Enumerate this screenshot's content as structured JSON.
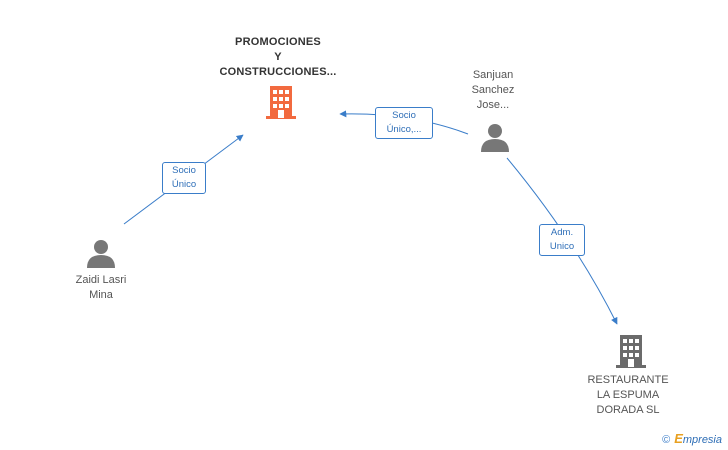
{
  "nodes": {
    "promociones": {
      "lines": [
        "PROMOCIONES",
        "Y",
        "CONSTRUCCIONES..."
      ],
      "color": "#f26a3f"
    },
    "sanjuan": {
      "lines": [
        "Sanjuan",
        "Sanchez",
        "Jose..."
      ]
    },
    "zaidi": {
      "lines": [
        "Zaidi Lasri",
        "Mina"
      ]
    },
    "restaurante": {
      "lines": [
        "RESTAURANTE",
        "LA ESPUMA",
        "DORADA SL"
      ],
      "color": "#6b6b6b"
    }
  },
  "edges": {
    "zaidi_promociones": {
      "lines": [
        "Socio",
        "Único"
      ]
    },
    "sanjuan_promociones": {
      "lines": [
        "Socio",
        "Único,..."
      ]
    },
    "sanjuan_restaurante": {
      "lines": [
        "Adm.",
        "Unico"
      ]
    }
  },
  "colors": {
    "edge": "#3a7dc9",
    "person": "#777777"
  },
  "footer": {
    "copyright": "©",
    "brand_initial": "E",
    "brand_rest": "mpresia"
  }
}
